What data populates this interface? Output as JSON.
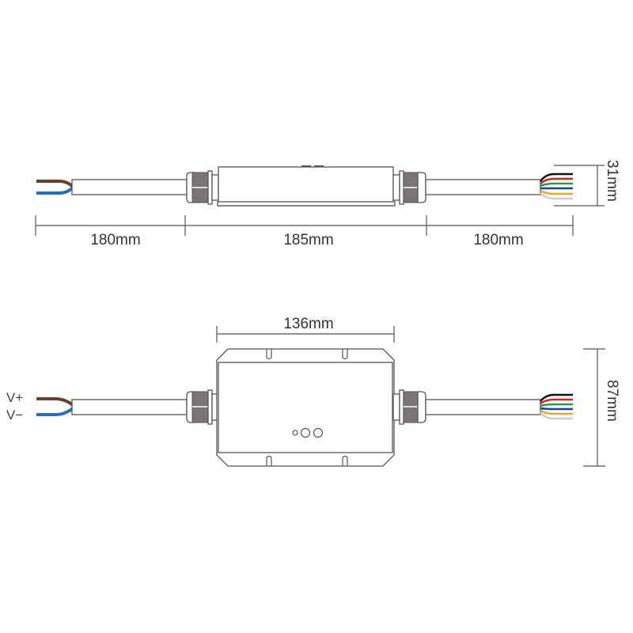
{
  "side_view": {
    "dimensions": {
      "input_cable": "180mm",
      "body": "185mm",
      "output_cable": "180mm",
      "height": "31mm"
    }
  },
  "top_view": {
    "dimensions": {
      "width": "136mm",
      "depth": "87mm"
    },
    "input_labels": {
      "positive": "V+",
      "negative": "V−"
    }
  },
  "colors": {
    "input_wires": [
      "#6b3f2a",
      "#1f6fc4"
    ],
    "output_wires": [
      "#111111",
      "#e02020",
      "#22a040",
      "#1a3fae",
      "#f2a81c",
      "#cccccc"
    ],
    "cable": "#ffffff",
    "outline": "#555555",
    "gland_nut": "#7a7474"
  }
}
